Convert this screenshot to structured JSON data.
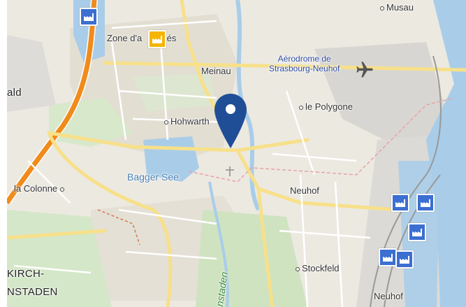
{
  "map": {
    "labels": {
      "musau": "Musau",
      "zone_left": "Zone d'a",
      "zone_right": "tés",
      "aerodrome_line1": "Aérodrome de",
      "aerodrome_line2": "Strasbourg-Neuhof",
      "meinau": "Meinau",
      "ald": "ald",
      "polygone": "le Polygone",
      "hohwarth": "Hohwarth",
      "bagger_see": "Bagger See",
      "la_colonne": "la Colonne",
      "neuhof": "Neuhof",
      "kirch": "KIRCH-",
      "nstaden": "NSTADEN",
      "stockfeld": "Stockfeld",
      "neuhof_bottom": "Neuhof",
      "nstaden_river": "nstaden"
    },
    "icons": {
      "marker": "map-pin-icon",
      "factory": "factory-icon",
      "airport": "airplane-icon",
      "cross": "cemetery-cross-icon"
    },
    "colors": {
      "marker": "#1f4e96",
      "factory": "#3b6fd1",
      "industrial_zone": "#f5b400",
      "motorway": "#f08b1c",
      "water": "#a9cde9"
    }
  }
}
